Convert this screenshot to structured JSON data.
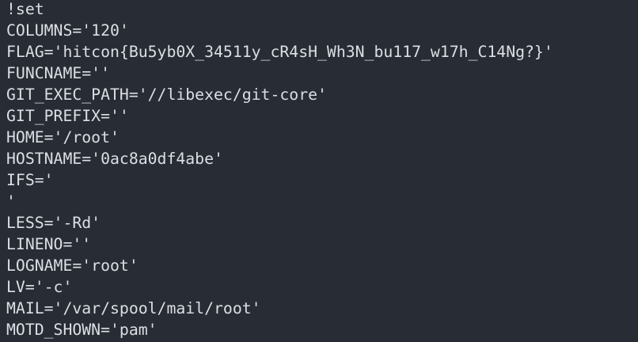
{
  "terminal": {
    "lines": [
      "!set",
      "COLUMNS='120'",
      "FLAG='hitcon{Bu5yb0X_34511y_cR4sH_Wh3N_bu117_w17h_C14Ng?}'",
      "FUNCNAME=''",
      "GIT_EXEC_PATH='//libexec/git-core'",
      "GIT_PREFIX=''",
      "HOME='/root'",
      "HOSTNAME='0ac8a0df4abe'",
      "IFS='",
      "'",
      "LESS='-Rd'",
      "LINENO=''",
      "LOGNAME='root'",
      "LV='-c'",
      "MAIL='/var/spool/mail/root'",
      "MOTD_SHOWN='pam'"
    ]
  }
}
